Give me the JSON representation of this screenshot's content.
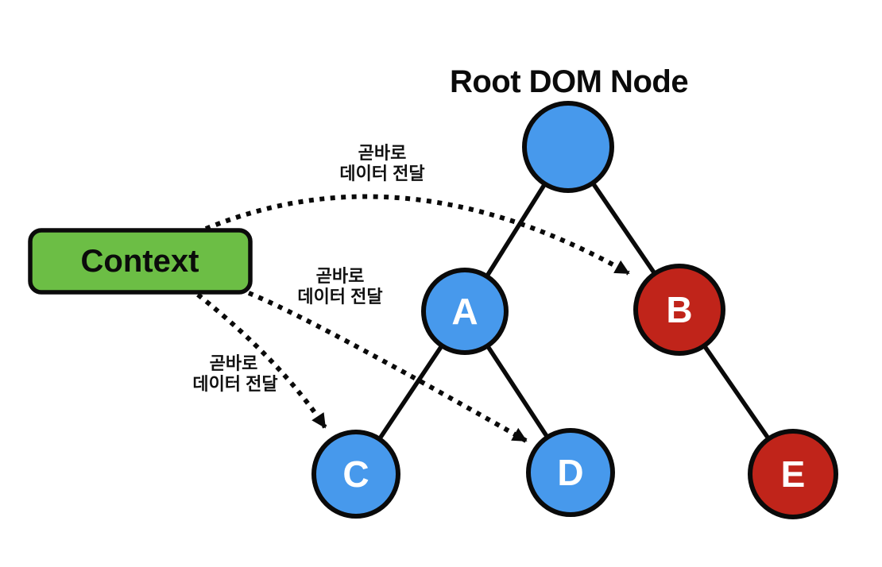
{
  "title": "Root DOM Node",
  "context_box": {
    "label": "Context",
    "fill": "#6cbe45"
  },
  "colors": {
    "node_blue": "#4799ec",
    "node_red": "#c0241a",
    "context_green": "#6cbe45",
    "outline_black": "#0a0a0a",
    "node_letter_white": "#ffffff"
  },
  "nodes": [
    {
      "id": "root",
      "label": "",
      "fill": "#4799ec"
    },
    {
      "id": "A",
      "label": "A",
      "fill": "#4799ec"
    },
    {
      "id": "B",
      "label": "B",
      "fill": "#c0241a"
    },
    {
      "id": "C",
      "label": "C",
      "fill": "#4799ec"
    },
    {
      "id": "D",
      "label": "D",
      "fill": "#4799ec"
    },
    {
      "id": "E",
      "label": "E",
      "fill": "#c0241a"
    }
  ],
  "edges": [
    {
      "from": "root",
      "to": "A"
    },
    {
      "from": "root",
      "to": "B"
    },
    {
      "from": "A",
      "to": "C"
    },
    {
      "from": "A",
      "to": "D"
    },
    {
      "from": "B",
      "to": "E"
    }
  ],
  "arrows": [
    {
      "from": "Context",
      "to": "B",
      "label_line1": "곧바로",
      "label_line2": "데이터 전달"
    },
    {
      "from": "Context",
      "to": "D",
      "label_line1": "곧바로",
      "label_line2": "데이터 전달"
    },
    {
      "from": "Context",
      "to": "C",
      "label_line1": "곧바로",
      "label_line2": "데이터 전달"
    }
  ]
}
